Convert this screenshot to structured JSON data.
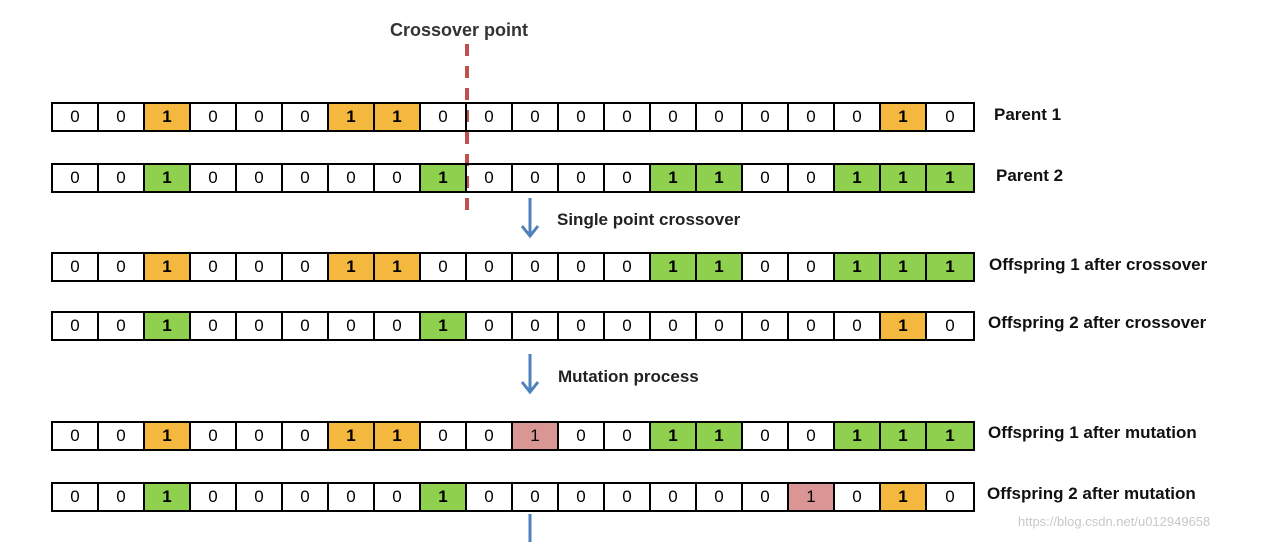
{
  "crossover_label": "Crossover point",
  "steps": {
    "crossover": "Single point crossover",
    "mutation": "Mutation process"
  },
  "rows": [
    {
      "label": "Parent 1",
      "cells": [
        "0",
        "0",
        "1",
        "0",
        "0",
        "0",
        "1",
        "1",
        "0",
        "0",
        "0",
        "0",
        "0",
        "0",
        "0",
        "0",
        "0",
        "0",
        "1",
        "0"
      ],
      "colors": [
        "",
        "",
        "o",
        "",
        "",
        "",
        "o",
        "o",
        "",
        "",
        "",
        "",
        "",
        "",
        "",
        "",
        "",
        "",
        "o",
        ""
      ]
    },
    {
      "label": "Parent 2",
      "cells": [
        "0",
        "0",
        "1",
        "0",
        "0",
        "0",
        "0",
        "0",
        "1",
        "0",
        "0",
        "0",
        "0",
        "1",
        "1",
        "0",
        "0",
        "1",
        "1",
        "1"
      ],
      "colors": [
        "",
        "",
        "g",
        "",
        "",
        "",
        "",
        "",
        "g",
        "",
        "",
        "",
        "",
        "g",
        "g",
        "",
        "",
        "g",
        "g",
        "g"
      ]
    },
    {
      "label": "Offspring 1 after crossover",
      "cells": [
        "0",
        "0",
        "1",
        "0",
        "0",
        "0",
        "1",
        "1",
        "0",
        "0",
        "0",
        "0",
        "0",
        "1",
        "1",
        "0",
        "0",
        "1",
        "1",
        "1"
      ],
      "colors": [
        "",
        "",
        "o",
        "",
        "",
        "",
        "o",
        "o",
        "",
        "",
        "",
        "",
        "",
        "g",
        "g",
        "",
        "",
        "g",
        "g",
        "g"
      ]
    },
    {
      "label": "Offspring 2 after crossover",
      "cells": [
        "0",
        "0",
        "1",
        "0",
        "0",
        "0",
        "0",
        "0",
        "1",
        "0",
        "0",
        "0",
        "0",
        "0",
        "0",
        "0",
        "0",
        "0",
        "1",
        "0"
      ],
      "colors": [
        "",
        "",
        "g",
        "",
        "",
        "",
        "",
        "",
        "g",
        "",
        "",
        "",
        "",
        "",
        "",
        "",
        "",
        "",
        "o",
        ""
      ]
    },
    {
      "label": "Offspring 1 after mutation",
      "cells": [
        "0",
        "0",
        "1",
        "0",
        "0",
        "0",
        "1",
        "1",
        "0",
        "0",
        "1",
        "0",
        "0",
        "1",
        "1",
        "0",
        "0",
        "1",
        "1",
        "1"
      ],
      "colors": [
        "",
        "",
        "o",
        "",
        "",
        "",
        "o",
        "o",
        "",
        "",
        "r",
        "",
        "",
        "g",
        "g",
        "",
        "",
        "g",
        "g",
        "g"
      ]
    },
    {
      "label": "Offspring 2 after mutation",
      "cells": [
        "0",
        "0",
        "1",
        "0",
        "0",
        "0",
        "0",
        "0",
        "1",
        "0",
        "0",
        "0",
        "0",
        "0",
        "0",
        "0",
        "1",
        "0",
        "1",
        "0"
      ],
      "colors": [
        "",
        "",
        "g",
        "",
        "",
        "",
        "",
        "",
        "g",
        "",
        "",
        "",
        "",
        "",
        "",
        "",
        "r",
        "",
        "o",
        ""
      ]
    }
  ],
  "watermark": "https://blog.csdn.net/u012949658",
  "colors": {
    "orange": "#f5b83e",
    "green": "#8fd14f",
    "mutation_red": "#d99694",
    "crossover_line": "#c0504d",
    "arrow": "#4f81bd"
  }
}
